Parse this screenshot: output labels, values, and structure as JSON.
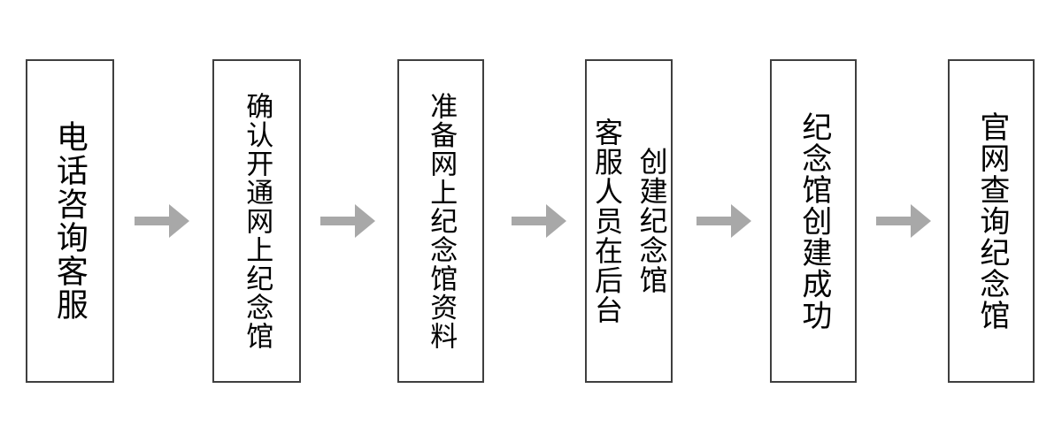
{
  "flow": {
    "title": "",
    "steps": [
      {
        "id": "step-1",
        "lines": [
          "电话咨询客服"
        ]
      },
      {
        "id": "step-2",
        "lines": [
          "确认开通网上纪念馆"
        ]
      },
      {
        "id": "step-3",
        "lines": [
          "准备网上纪念馆资料"
        ]
      },
      {
        "id": "step-4",
        "lines": [
          "客服人员在后台",
          "创建纪念馆"
        ]
      },
      {
        "id": "step-5",
        "lines": [
          "纪念馆创建成功"
        ]
      },
      {
        "id": "step-6",
        "lines": [
          "官网查询纪念馆"
        ]
      }
    ],
    "connector": {
      "icon": "right-arrow",
      "count": 5
    },
    "colors": {
      "background": "#ffffff",
      "box_border": "#3f3f3f",
      "text": "#000000",
      "arrow": "#a8a8a8"
    }
  }
}
